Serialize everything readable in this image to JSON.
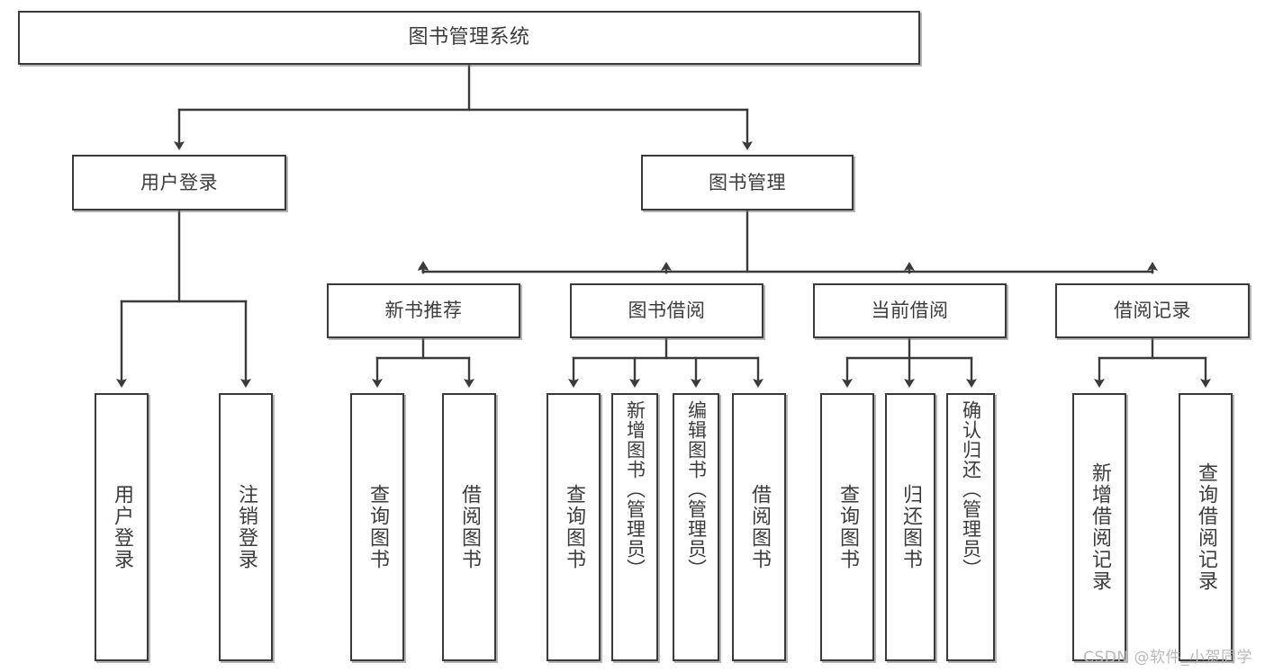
{
  "diagram": {
    "type": "tree",
    "title": "图书管理系统",
    "colors": {
      "box_border": "#3a3a3a",
      "box_fill": "#ffffff",
      "text": "#3c3c3c",
      "edge": "#3a3a3a",
      "watermark": "#b9b9b9",
      "background": "#ffffff"
    },
    "root": {
      "label": "图书管理系统"
    },
    "level1": [
      {
        "label": "用户登录"
      },
      {
        "label": "图书管理"
      }
    ],
    "level2": [
      {
        "label": "新书推荐"
      },
      {
        "label": "图书借阅"
      },
      {
        "label": "当前借阅"
      },
      {
        "label": "借阅记录"
      }
    ],
    "leaves": {
      "user_login": [
        {
          "label": "用户登录"
        },
        {
          "label": "注销登录"
        }
      ],
      "new_book_recommend": [
        {
          "label": "查询图书"
        },
        {
          "label": "借阅图书"
        }
      ],
      "book_borrow": [
        {
          "label": "查询图书"
        },
        {
          "label": "新增图书（管理员）"
        },
        {
          "label": "编辑图书（管理员）"
        },
        {
          "label": "借阅图书"
        }
      ],
      "current_borrow": [
        {
          "label": "查询图书"
        },
        {
          "label": "归还图书"
        },
        {
          "label": "确认归还（管理员）"
        }
      ],
      "borrow_record": [
        {
          "label": "新增借阅记录"
        },
        {
          "label": "查询借阅记录"
        }
      ]
    }
  },
  "watermark": {
    "text": "CSDN @软件_小贺同学"
  }
}
